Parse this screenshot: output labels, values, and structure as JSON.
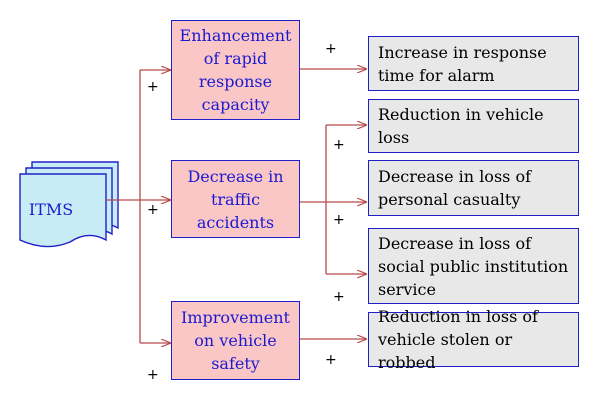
{
  "source_node": {
    "label": "ITMS"
  },
  "middle_nodes": [
    {
      "label": "Enhancement of rapid response capacity"
    },
    {
      "label": "Decrease in traffic accidents"
    },
    {
      "label": "Improvement on vehicle safety"
    }
  ],
  "outcome_nodes": [
    {
      "label": "Increase in response time for alarm"
    },
    {
      "label": "Reduction in vehicle loss"
    },
    {
      "label": "Decrease in loss of personal casualty"
    },
    {
      "label": "Decrease in loss of social public institution service"
    },
    {
      "label": "Reduction in loss of vehicle stolen or robbed"
    }
  ],
  "edge_sign": "+",
  "colors": {
    "arrow": "#b84a4a",
    "box_border": "#2020c8",
    "middle_fill": "#fbc6c6",
    "outcome_fill": "#e8e8e8",
    "node_text": "#1a1ad0"
  }
}
